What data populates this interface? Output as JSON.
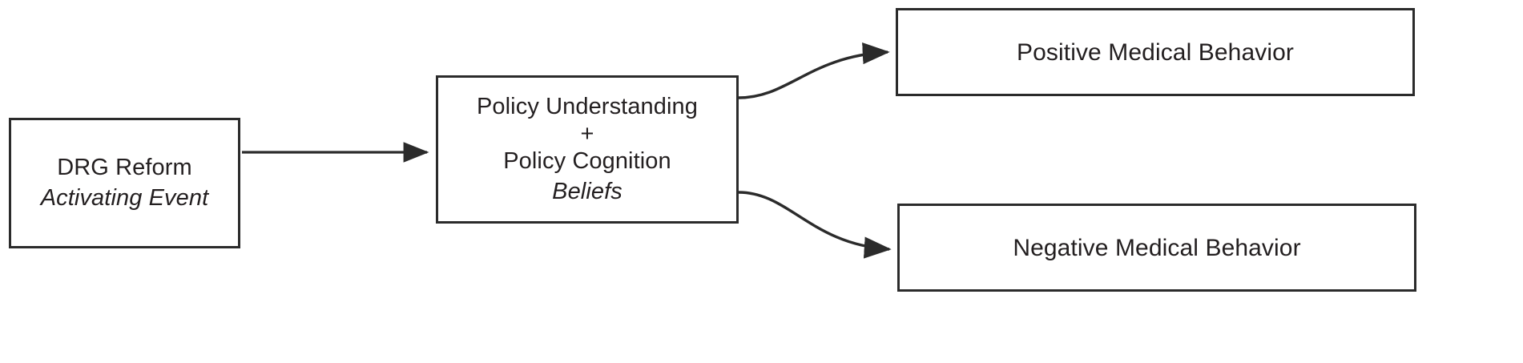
{
  "diagram": {
    "title": "DRG Reform Policy Cognition and Medical Behavior Model",
    "type": "flow-diagram",
    "orientation": "left-to-right",
    "background_color": "#ffffff",
    "stroke_color": "#2b2b2b",
    "text_color": "#231f20",
    "nodes": [
      {
        "id": "activating-event",
        "lines": [
          {
            "text": "DRG Reform",
            "style": "regular"
          },
          {
            "text": "Activating Event",
            "style": "italic"
          }
        ]
      },
      {
        "id": "policy-cognition",
        "lines": [
          {
            "text": "Policy Understanding",
            "style": "regular"
          },
          {
            "text": "+",
            "style": "regular"
          },
          {
            "text": "Policy Cognition",
            "style": "regular"
          },
          {
            "text": "Beliefs",
            "style": "italic"
          }
        ]
      },
      {
        "id": "positive-behavior",
        "lines": [
          {
            "text": "Positive Medical Behavior",
            "style": "regular"
          }
        ]
      },
      {
        "id": "negative-behavior",
        "lines": [
          {
            "text": "Negative Medical Behavior",
            "style": "regular"
          }
        ]
      }
    ],
    "edges": [
      {
        "id": "edge-activating-to-cognition",
        "from": "activating-event",
        "to": "policy-cognition",
        "shape": "straight",
        "arrowhead": "filled-triangle"
      },
      {
        "id": "edge-cognition-to-positive",
        "from": "policy-cognition",
        "to": "positive-behavior",
        "shape": "curved-up",
        "arrowhead": "filled-triangle"
      },
      {
        "id": "edge-cognition-to-negative",
        "from": "policy-cognition",
        "to": "negative-behavior",
        "shape": "curved-down",
        "arrowhead": "filled-triangle"
      }
    ]
  },
  "nodes": {
    "activating_event": {
      "line1": "DRG Reform",
      "line2": "Activating Event"
    },
    "policy_cognition": {
      "line1": "Policy Understanding",
      "line2": "+",
      "line3": "Policy Cognition",
      "line4": "Beliefs"
    },
    "positive_behavior": {
      "line1": "Positive Medical Behavior"
    },
    "negative_behavior": {
      "line1": "Negative Medical Behavior"
    }
  }
}
